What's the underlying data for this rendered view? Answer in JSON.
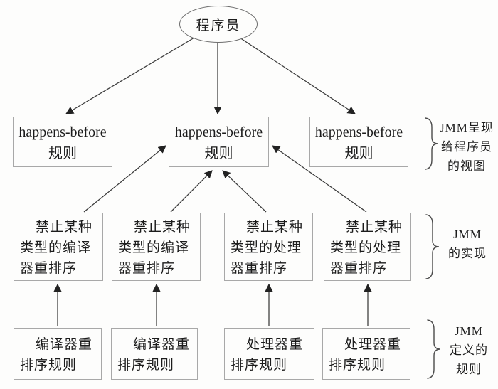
{
  "diagram": {
    "root_label": "程序员",
    "hb_boxes": [
      {
        "line1": "happens-before",
        "line2": "规则"
      },
      {
        "line1": "happens-before",
        "line2": "规则"
      },
      {
        "line1": "happens-before",
        "line2": "规则"
      }
    ],
    "impl_boxes": [
      {
        "line1": "禁止某种",
        "line2": "类型的编译",
        "line3": "器重排序"
      },
      {
        "line1": "禁止某种",
        "line2": "类型的编译",
        "line3": "器重排序"
      },
      {
        "line1": "禁止某种",
        "line2": "类型的处理",
        "line3": "器重排序"
      },
      {
        "line1": "禁止某种",
        "line2": "类型的处理",
        "line3": "器重排序"
      }
    ],
    "rule_boxes": [
      {
        "line1": "编译器重",
        "line2": "排序规则"
      },
      {
        "line1": "编译器重",
        "line2": "排序规则"
      },
      {
        "line1": "处理器重",
        "line2": "排序规则"
      },
      {
        "line1": "处理器重",
        "line2": "排序规则"
      }
    ],
    "side_labels": [
      {
        "lines": [
          "JMM呈现",
          "给程序员",
          "的视图"
        ]
      },
      {
        "lines": [
          "JMM",
          "的实现"
        ]
      },
      {
        "lines": [
          "JMM",
          "定义的",
          "规则"
        ]
      }
    ],
    "colors": {
      "background": "#fdfdfc",
      "box_border": "#a8a8a8",
      "arrow": "#2f2f2f",
      "brace": "#4a4a4a",
      "text": "#1c1c1c"
    }
  }
}
